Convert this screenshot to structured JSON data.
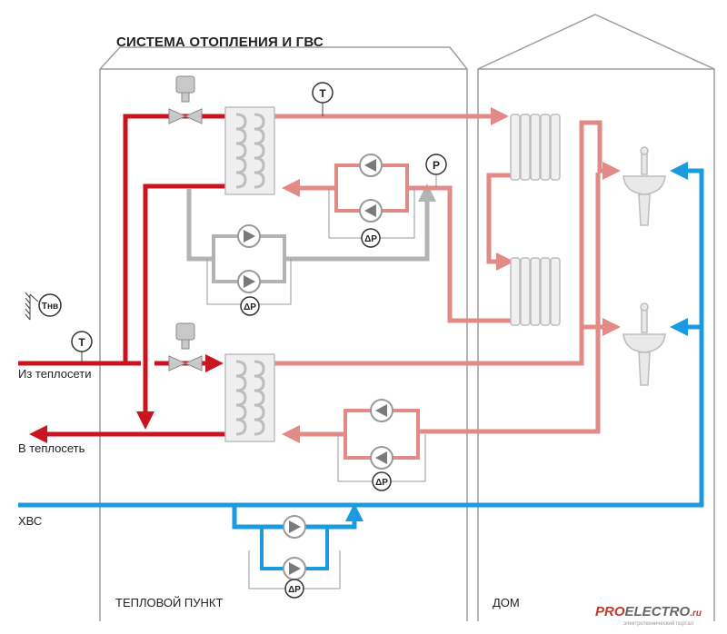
{
  "title": "СИСТЕМА ОТОПЛЕНИЯ И ГВС",
  "labels": {
    "from_network": "Из теплосети",
    "to_network": "В теплосеть",
    "cold_water": "ХВС",
    "heat_point": "ТЕПЛОВОЙ ПУНКТ",
    "house": "ДОМ"
  },
  "sensors": {
    "temperature": "T",
    "pressure": "P",
    "delta_p": "ΔP",
    "outdoor_sensor": "Tнв"
  },
  "brand": {
    "part1": "PRO",
    "part2": "ELECTRO",
    "part3": ".ru",
    "tagline": "электротехнический портал"
  },
  "colors": {
    "supply": "#c8151f",
    "return_light": "#e28a86",
    "grey": "#b3b3b3",
    "cold_water": "#1a9be0",
    "building_outline": "#9e9e9e"
  }
}
